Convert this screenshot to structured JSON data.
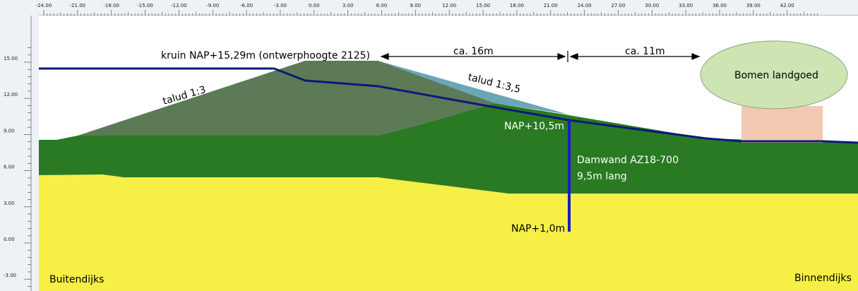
{
  "x_axis": {
    "ticks": [
      "-24.00",
      "-21.00",
      "-18.00",
      "-15.00",
      "-12.00",
      "-9.00",
      "-6.00",
      "-3.00",
      "0.00",
      "3.00",
      "6.00",
      "9.00",
      "12.00",
      "15.00",
      "18.00",
      "21.00",
      "24.00",
      "27.00",
      "30.00",
      "33.00",
      "36.00",
      "39.00",
      "42.00"
    ]
  },
  "y_axis": {
    "ticks": [
      "15.00",
      "12.00",
      "9.00",
      "6.00",
      "3.00",
      "0.00",
      "-3.00"
    ]
  },
  "annotations": {
    "crest": "kruin NAP+15,29m (ontwerphoogte 2125)",
    "dim_16": "ca. 16m",
    "dim_11": "ca. 11m",
    "slope_outer": "talud 1:3",
    "slope_inner": "talud 1:3,5",
    "trees": "Bomen landgoed",
    "sheet_top": "NAP+10,5m",
    "sheet_pile_1": "Damwand AZ18-700",
    "sheet_pile_2": "9,5m lang",
    "sheet_bottom": "NAP+1,0m",
    "outside": "Buitendijks",
    "inside": "Binnendijks"
  },
  "colors": {
    "sand": "#f5ef46",
    "clay": "#2a7a23",
    "dike_old": "#5c7a56",
    "dike_new": "#6ba6b8",
    "line": "#0a1a7a",
    "sheet": "#1a1acc",
    "tree": "#cfe4b3",
    "trunk": "#f1c9b0"
  }
}
